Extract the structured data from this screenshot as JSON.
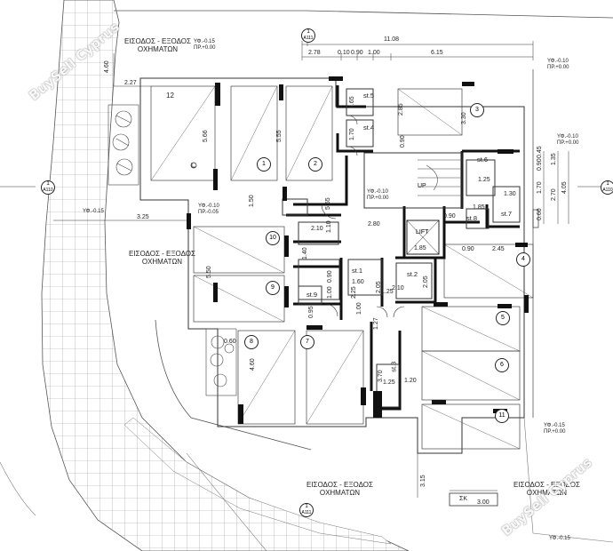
{
  "plan": {
    "entrances": [
      {
        "line1": "ΕΙΣΟΔΟΣ - ΕΞΟΔΟΣ",
        "line2": "ΟΧΗΜΑΤΩΝ"
      },
      {
        "line1": "ΕΙΣΟΔΟΣ - ΕΞΟΔΟΣ",
        "line2": "ΟΧΗΜΑΤΩΝ"
      },
      {
        "line1": "ΕΙΣΟΔΟΣ - ΕΞΟΔΟΣ",
        "line2": "ΟΧΗΜΑΤΩΝ"
      },
      {
        "line1": "ΕΙΣΟΔΟΣ - ΕΞΟΔΟΣ",
        "line2": "ΟΧΗΜΑΤΩΝ"
      }
    ],
    "parking_numbers": [
      "12",
      "1",
      "2",
      "3",
      "10",
      "9",
      "8",
      "7",
      "4",
      "5",
      "6",
      "11"
    ],
    "storage_labels": [
      "st.5",
      "st.4",
      "st.6",
      "st.8",
      "st.7",
      "st.1",
      "st.2",
      "st.9",
      "st.3"
    ],
    "section_markers": [
      {
        "num": "1",
        "ref": "A111"
      },
      {
        "num": "1",
        "ref": "A110"
      },
      {
        "num": "1",
        "ref": "A111"
      },
      {
        "num": "1",
        "ref": "A110"
      }
    ],
    "levels": {
      "top_left": [
        "ΥΦ.-0.15",
        "ΠΡ.+0.00"
      ],
      "top_right": [
        "ΥΦ.-0.10",
        "ΠΡ.+0.00"
      ],
      "mid_left": [
        "ΥΦ.-0.10",
        "ΠΡ.-0.05"
      ],
      "center": [
        "ΥΦ.-0.10",
        "ΠΡ.+0.00"
      ],
      "right": [
        "ΥΦ.-0.10",
        "ΠΡ.+0.00"
      ],
      "bottom_right": [
        "ΥΦ.-0.15",
        "ΠΡ.+0.00"
      ],
      "left_edge": "ΥΦ.-0.15",
      "bottom_edge": "ΥΦ.-0.15"
    },
    "dims": {
      "overall_top": "11.08",
      "top_segments": [
        "2.78",
        "0.10",
        "0.90",
        "1.00",
        "6.15"
      ],
      "d460": "4.60",
      "d227": "2.27",
      "d566": "5.66",
      "d555": "5.55",
      "d165": "1.65",
      "d170": "1.70",
      "d285": "2.85",
      "d330": "3.30",
      "d090": "0.90",
      "d150": "1.50",
      "d325": "3.25",
      "d555b": "5.55",
      "d210": "2.10",
      "d110": "1.10",
      "d280": "2.80",
      "d185": "1.85",
      "d140": "1.40",
      "d550": "5.50",
      "d090b": "0.90",
      "d160": "1.60",
      "d210b": "2.10",
      "d205": "2.05",
      "d125": "1.25",
      "d225": "2.25",
      "d100": "1.00",
      "d095": "0.95",
      "d127": "1.27",
      "d100b": "1.00",
      "d090c": "0.90",
      "d245": "2.45",
      "d090d": "0.90",
      "d170b": "1.70",
      "d405": "4.05",
      "d270": "2.70",
      "d135": "1.35",
      "d045": "0.45",
      "d125b": "1.25",
      "d185b": "1.85",
      "d130": "1.30",
      "d090e": "0.90",
      "d060": "0.60",
      "d460b": "4.60",
      "d370": "3.70",
      "d120": "1.20",
      "d125c": "1.25",
      "d315": "3.15",
      "d300": "3.00"
    },
    "lift": "LIFT",
    "up": "UP",
    "sk": "ΣΚ",
    "watermark": "BuySell Cyprus"
  }
}
